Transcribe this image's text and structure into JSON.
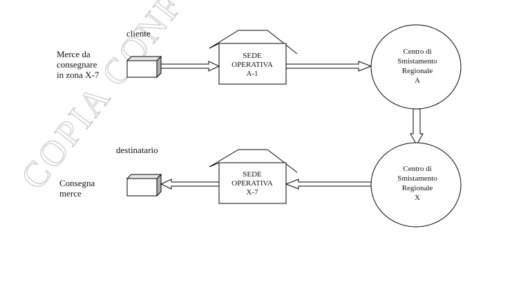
{
  "watermark": "COPIA CONFORME",
  "labels": {
    "cliente": "cliente",
    "merce_line1": "Merce da",
    "merce_line2": "consegnare",
    "merce_line3": "in zona X-7",
    "destinatario": "destinatario",
    "consegna_line1": "Consegna",
    "consegna_line2": "merce"
  },
  "sede_a1": {
    "line1": "SEDE",
    "line2": "OPERATIVA",
    "line3": "A-1"
  },
  "sede_x7": {
    "line1": "SEDE",
    "line2": "OPERATIVA",
    "line3": "X-7"
  },
  "centro_a": {
    "line1": "Centro di",
    "line2": "Smistamento",
    "line3": "Regionale",
    "line4": "A"
  },
  "centro_x": {
    "line1": "Centro di",
    "line2": "Smistamento",
    "line3": "Regionale",
    "line4": "X"
  },
  "colors": {
    "line": "#000000",
    "watermark": "#c8c8c8",
    "package_side": "#b0b0b0",
    "package_top": "#e6e6e6"
  }
}
